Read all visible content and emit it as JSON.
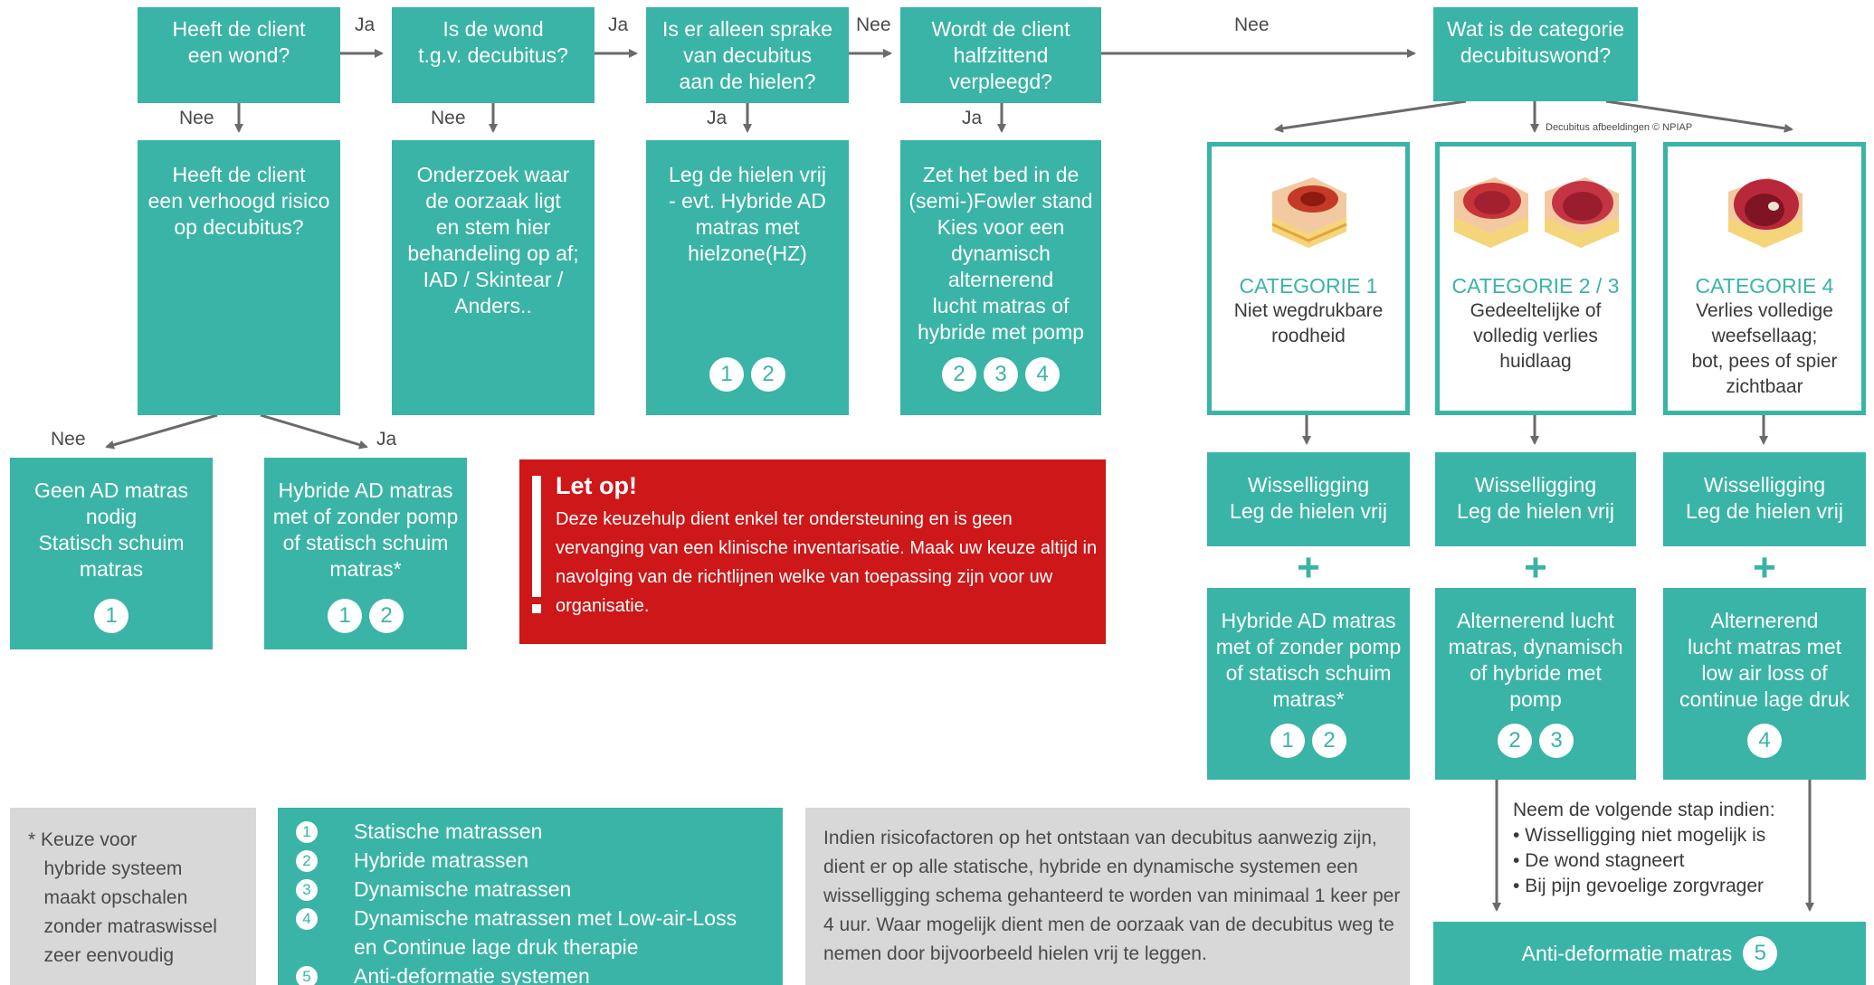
{
  "flow": {
    "q1": "Heeft de client\neen wond?",
    "q2": "Is de wond\nt.g.v. decubitus?",
    "q3": "Is er alleen sprake\nvan decubitus\naan de hielen?",
    "q4": "Wordt de client\nhalfzittend\nverpleegd?",
    "q5": "Wat is de categorie\ndecubituswond?",
    "q6": "Heeft de client\neen verhoogd risico\nop decubitus?",
    "r_onderzoek": "Onderzoek waar\nde oorzaak ligt\nen stem hier\nbehandeling op af;\nIAD / Skintear /\nAnders..",
    "r_hielen": "Leg de hielen vrij\n- evt. Hybride AD\nmatras met\nhielzone(HZ)",
    "r_fowler": "Zet het bed in de\n(semi-)Fowler stand\nKies voor een\ndynamisch\nalternerend\nlucht matras of\nhybride met pomp",
    "r_geen": "Geen AD matras\nnodig\nStatisch schuim\nmatras",
    "r_hybride": "Hybride AD matras\nmet of zonder pomp\nof statisch schuim\nmatras*"
  },
  "labels": {
    "ja": "Ja",
    "nee": "Nee"
  },
  "copyright": "Decubitus afbeeldingen © NPIAP",
  "categories": [
    {
      "title": "CATEGORIE 1",
      "desc": "Niet wegdrukbare\nroodheid"
    },
    {
      "title": "CATEGORIE 2 / 3",
      "desc": "Gedeeltelijke of\nvolledig verlies\nhuidlaag"
    },
    {
      "title": "CATEGORIE 4",
      "desc": "Verlies volledige\nweefsellaag;\nbot, pees of spier\nzichtbaar"
    }
  ],
  "wissel": "Wisselligging\nLeg de hielen vrij",
  "plus": "+",
  "cat_advice": [
    "Hybride AD matras\nmet of zonder pomp\nof statisch schuim\nmatras*",
    "Alternerend lucht\nmatras, dynamisch\nof hybride met\npomp",
    "Alternerend\nlucht matras met\nlow air loss of\ncontinue lage druk"
  ],
  "numbers": {
    "n1": "1",
    "n2": "2",
    "n3": "3",
    "n4": "4",
    "n5": "5"
  },
  "alert": {
    "title": "Let op!",
    "text": "Deze keuzehulp dient enkel ter ondersteuning en is geen vervanging van een klinische inventarisatie. Maak uw keuze altijd in navolging van de richtlijnen welke van toepassing zijn voor uw organisatie."
  },
  "footnote": "* Keuze voor\n   hybride systeem\n   maakt opschalen\n   zonder matraswissel\n   zeer eenvoudig",
  "legend": [
    {
      "n": "1",
      "label": "Statische matrassen"
    },
    {
      "n": "2",
      "label": "Hybride matrassen"
    },
    {
      "n": "3",
      "label": "Dynamische matrassen"
    },
    {
      "n": "4",
      "label": "Dynamische matrassen met Low-air-Loss\nen Continue lage druk therapie"
    },
    {
      "n": "5",
      "label": "Anti-deformatie systemen"
    }
  ],
  "info": "Indien risicofactoren op het ontstaan van decubitus aanwezig zijn, dient er op alle statische, hybride en dynamische systemen een wisselligging schema gehanteerd te worden van minimaal 1 keer per 4 uur.  Waar mogelijk dient men de oorzaak van de decubitus weg te nemen door bijvoorbeeld hielen vrij te leggen.",
  "next_step": {
    "title": "Neem de volgende stap indien:",
    "items": [
      "• Wisselligging niet mogelijk is",
      "• De wond stagneert",
      "• Bij pijn gevoelige zorgvrager"
    ]
  },
  "anti_def": "Anti-deformatie matras",
  "colors": {
    "teal": "#3ab4a6",
    "red": "#cd1719",
    "grey": "#d8d8d8",
    "arrow": "#6a6a6a"
  }
}
